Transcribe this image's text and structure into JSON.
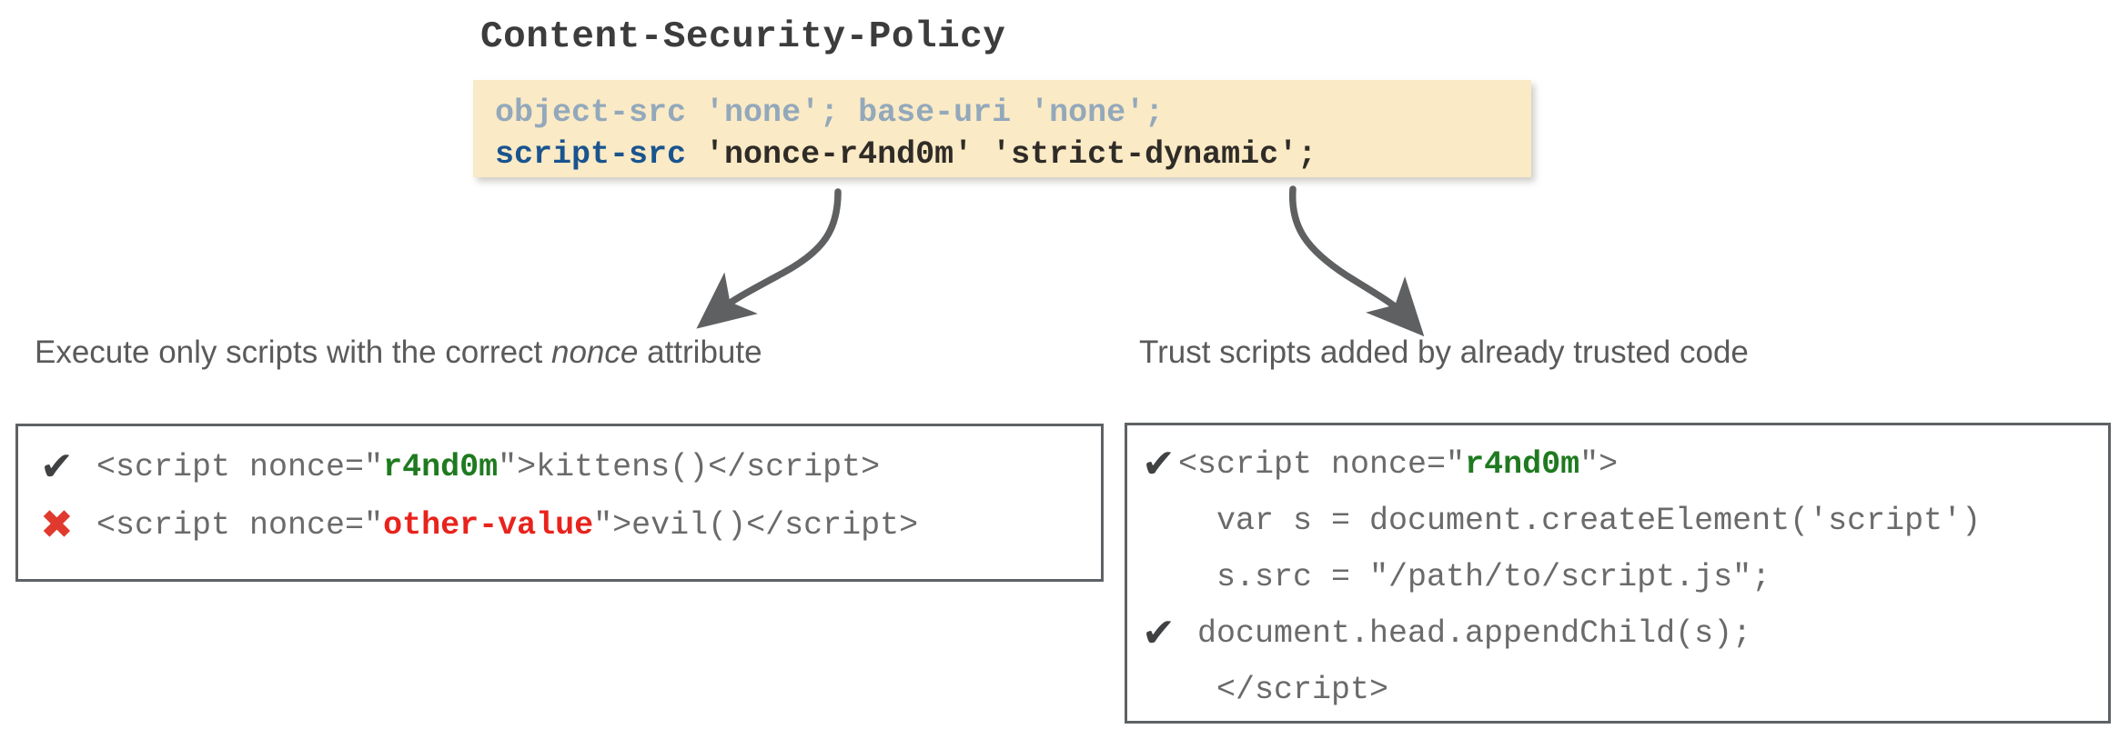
{
  "title": "Content-Security-Policy",
  "colors": {
    "policy_bg": "#faeac5",
    "policy_dim": "#93a8bb",
    "policy_accent": "#19548f",
    "policy_value": "#2f2b27",
    "caption_text": "#5a5a5a",
    "box_border": "#5e6265",
    "code_text": "#6a6a6a",
    "ok_green": "#1f7a1f",
    "bad_red": "#e8231c",
    "check_gray": "#3f4143",
    "cross_red": "#e0392d",
    "arrow_gray": "#5f6061"
  },
  "policy": {
    "line1": {
      "directive1": "object-src",
      "value1": " 'none'; ",
      "directive2": "base-uri",
      "value2": " 'none';"
    },
    "line2": {
      "directive": "script-src",
      "value1": " 'nonce-r4nd0m' ",
      "value2": "'strict-dynamic';"
    }
  },
  "captions": {
    "left_before": "Execute only scripts with the correct ",
    "left_italic": "nonce",
    "left_after": " attribute",
    "right": "Trust scripts added by already trusted code"
  },
  "marks": {
    "check": "✔",
    "cross": "✖"
  },
  "left_example": {
    "rows": [
      {
        "mark": "check",
        "pre": "<script nonce=\"",
        "highlight": "r4nd0m",
        "highlight_kind": "green",
        "post": "\">kittens()</script>"
      },
      {
        "mark": "cross",
        "pre": "<script nonce=\"",
        "highlight": "other-value",
        "highlight_kind": "red",
        "post": "\">evil()</script>"
      }
    ]
  },
  "right_example": {
    "rows": [
      {
        "mark": "check",
        "pre": "<script nonce=\"",
        "highlight": "r4nd0m",
        "highlight_kind": "green",
        "post": "\">"
      },
      {
        "mark": "none",
        "pre": "  var s = document.createElement('script')",
        "highlight": "",
        "highlight_kind": "none",
        "post": ""
      },
      {
        "mark": "none",
        "pre": "  s.src = \"/path/to/script.js\";",
        "highlight": "",
        "highlight_kind": "none",
        "post": ""
      },
      {
        "mark": "check",
        "pre": " document.head.appendChild(s);",
        "highlight": "",
        "highlight_kind": "none",
        "post": ""
      },
      {
        "mark": "none",
        "pre": "  </script>",
        "highlight": "",
        "highlight_kind": "none",
        "post": ""
      }
    ]
  },
  "arrows": {
    "left_label": "arrow-nonce-to-left-example",
    "right_label": "arrow-strict-dynamic-to-right-example"
  }
}
